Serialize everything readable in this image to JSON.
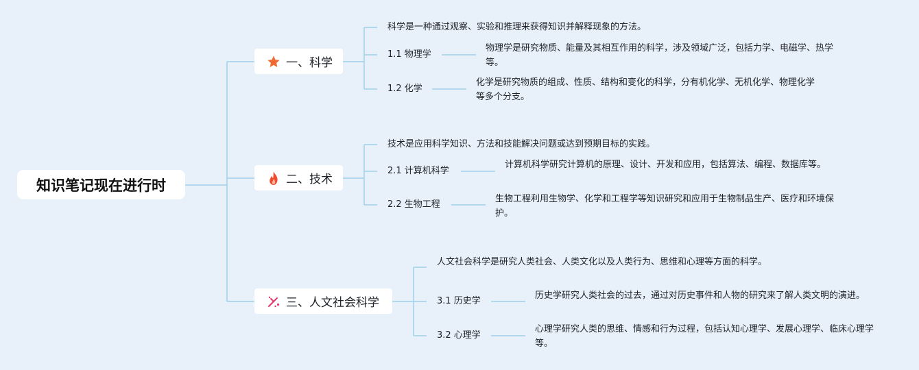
{
  "colors": {
    "line": "#9fd0ea",
    "background": "#e8f0f9",
    "star": "#ef6a33",
    "fire": "#f04b2c",
    "spark": "#e8356a"
  },
  "root": {
    "title": "知识笔记现在进行时"
  },
  "branches": [
    {
      "label": "一、科学",
      "icon": "star-icon",
      "summary": "科学是一种通过观察、实验和推理来获得知识并解释现象的方法。",
      "topics": [
        {
          "label": "1.1 物理学",
          "desc": "物理学是研究物质、能量及其相互作用的科学，涉及领域广泛，包括力学、电磁学、热学等。"
        },
        {
          "label": "1.2 化学",
          "desc": "化学是研究物质的组成、性质、结构和变化的科学，分有机化学、无机化学、物理化学等多个分支。"
        }
      ]
    },
    {
      "label": "二、技术",
      "icon": "fire-icon",
      "summary": "技术是应用科学知识、方法和技能解决问题或达到预期目标的实践。",
      "topics": [
        {
          "label": "2.1 计算机科学",
          "desc": "计算机科学研究计算机的原理、设计、开发和应用，包括算法、编程、数据库等。"
        },
        {
          "label": "2.2 生物工程",
          "desc": "生物工程利用生物学、化学和工程学等知识研究和应用于生物制品生产、医疗和环境保护。"
        }
      ]
    },
    {
      "label": "三、人文社会科学",
      "icon": "sparkle-icon",
      "summary": "人文社会科学是研究人类社会、人类文化以及人类行为、思维和心理等方面的科学。",
      "topics": [
        {
          "label": "3.1 历史学",
          "desc": "历史学研究人类社会的过去，通过对历史事件和人物的研究来了解人类文明的演进。"
        },
        {
          "label": "3.2 心理学",
          "desc": "心理学研究人类的思维、情感和行为过程，包括认知心理学、发展心理学、临床心理学等。"
        }
      ]
    }
  ]
}
